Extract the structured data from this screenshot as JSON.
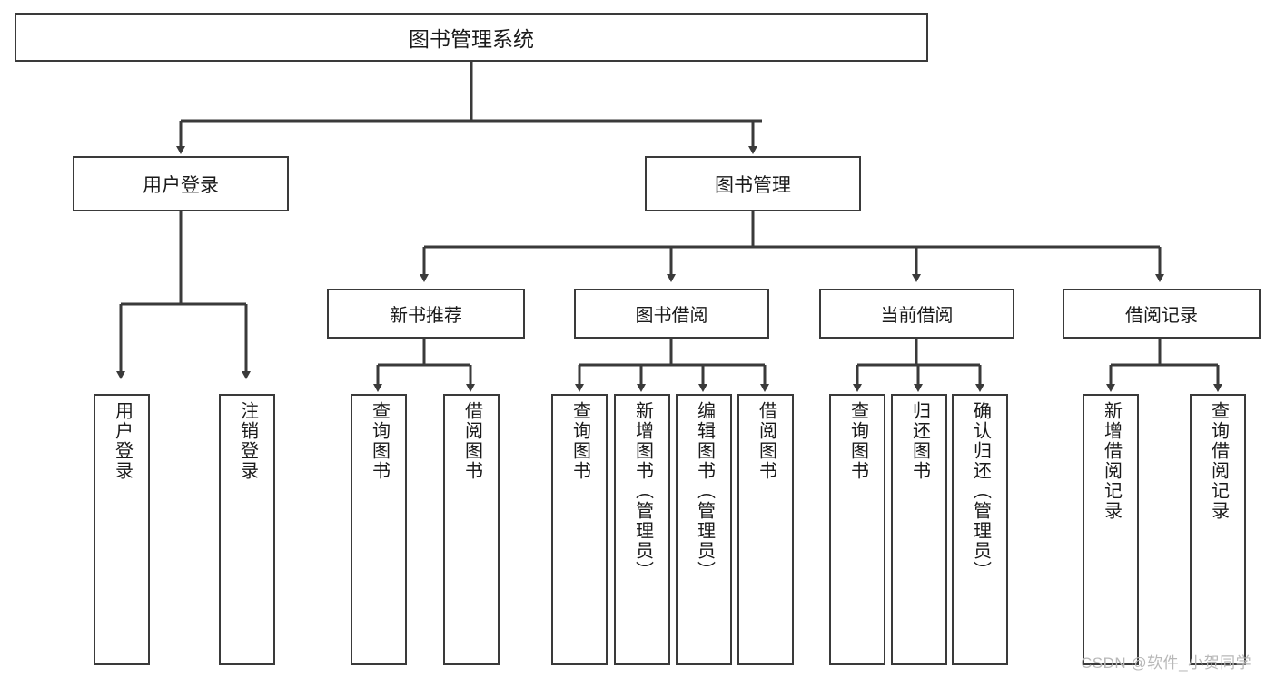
{
  "diagram": {
    "type": "tree-hierarchy-chart",
    "title": "图书管理系统",
    "stroke_color": "#3a3a3a",
    "background_color": "#ffffff",
    "root": {
      "label": "图书管理系统"
    },
    "level2": [
      {
        "label": "用户登录"
      },
      {
        "label": "图书管理"
      }
    ],
    "level3": [
      {
        "label": "新书推荐"
      },
      {
        "label": "图书借阅"
      },
      {
        "label": "当前借阅"
      },
      {
        "label": "借阅记录"
      }
    ],
    "leaves": {
      "user_login": [
        {
          "label": "用户登录"
        },
        {
          "label": "注销登录"
        }
      ],
      "new_book_recommend": [
        {
          "label": "查询图书"
        },
        {
          "label": "借阅图书"
        }
      ],
      "book_borrow": [
        {
          "label": "查询图书"
        },
        {
          "label": "新增图书（管理员）"
        },
        {
          "label": "编辑图书（管理员）"
        },
        {
          "label": "借阅图书"
        }
      ],
      "current_borrow": [
        {
          "label": "查询图书"
        },
        {
          "label": "归还图书"
        },
        {
          "label": "确认归还（管理员）"
        }
      ],
      "borrow_record": [
        {
          "label": "新增借阅记录"
        },
        {
          "label": "查询借阅记录"
        }
      ]
    }
  },
  "watermark": {
    "text": "CSDN @软件_小贺同学",
    "color": "#b8b8b8"
  }
}
